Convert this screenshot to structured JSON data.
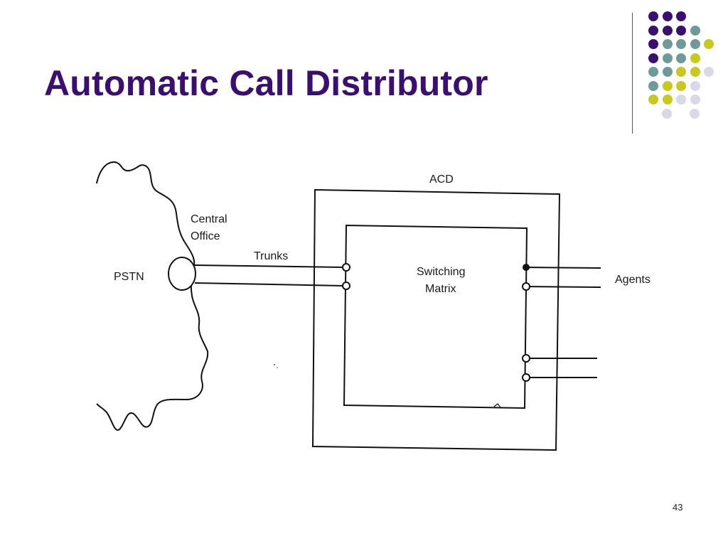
{
  "slide": {
    "title": "Automatic Call Distributor",
    "page_number": "43"
  },
  "colors": {
    "title": "#3b0f70",
    "dot_purple": "#3b0f70",
    "dot_teal": "#6e9a9a",
    "dot_yellow": "#c8c81e",
    "dot_lavender": "#d8d8e6"
  },
  "decoration": {
    "dot_rows": [
      [
        "purple",
        "purple",
        "purple"
      ],
      [
        "purple",
        "purple",
        "purple",
        "teal"
      ],
      [
        "purple",
        "teal",
        "teal",
        "teal",
        "yellow"
      ],
      [
        "purple",
        "teal",
        "teal",
        "yellow"
      ],
      [
        "teal",
        "teal",
        "yellow",
        "yellow",
        "lavender"
      ],
      [
        "teal",
        "yellow",
        "yellow",
        "lavender"
      ],
      [
        "yellow",
        "yellow",
        "lavender",
        "lavender"
      ],
      [
        "lavender",
        "lavender"
      ]
    ]
  },
  "diagram": {
    "pstn_label": "PSTN",
    "central_office_line1": "Central",
    "central_office_line2": "Office",
    "trunks_label": "Trunks",
    "acd_label": "ACD",
    "switching_line1": "Switching",
    "switching_line2": "Matrix",
    "agents_label": "Agents"
  }
}
